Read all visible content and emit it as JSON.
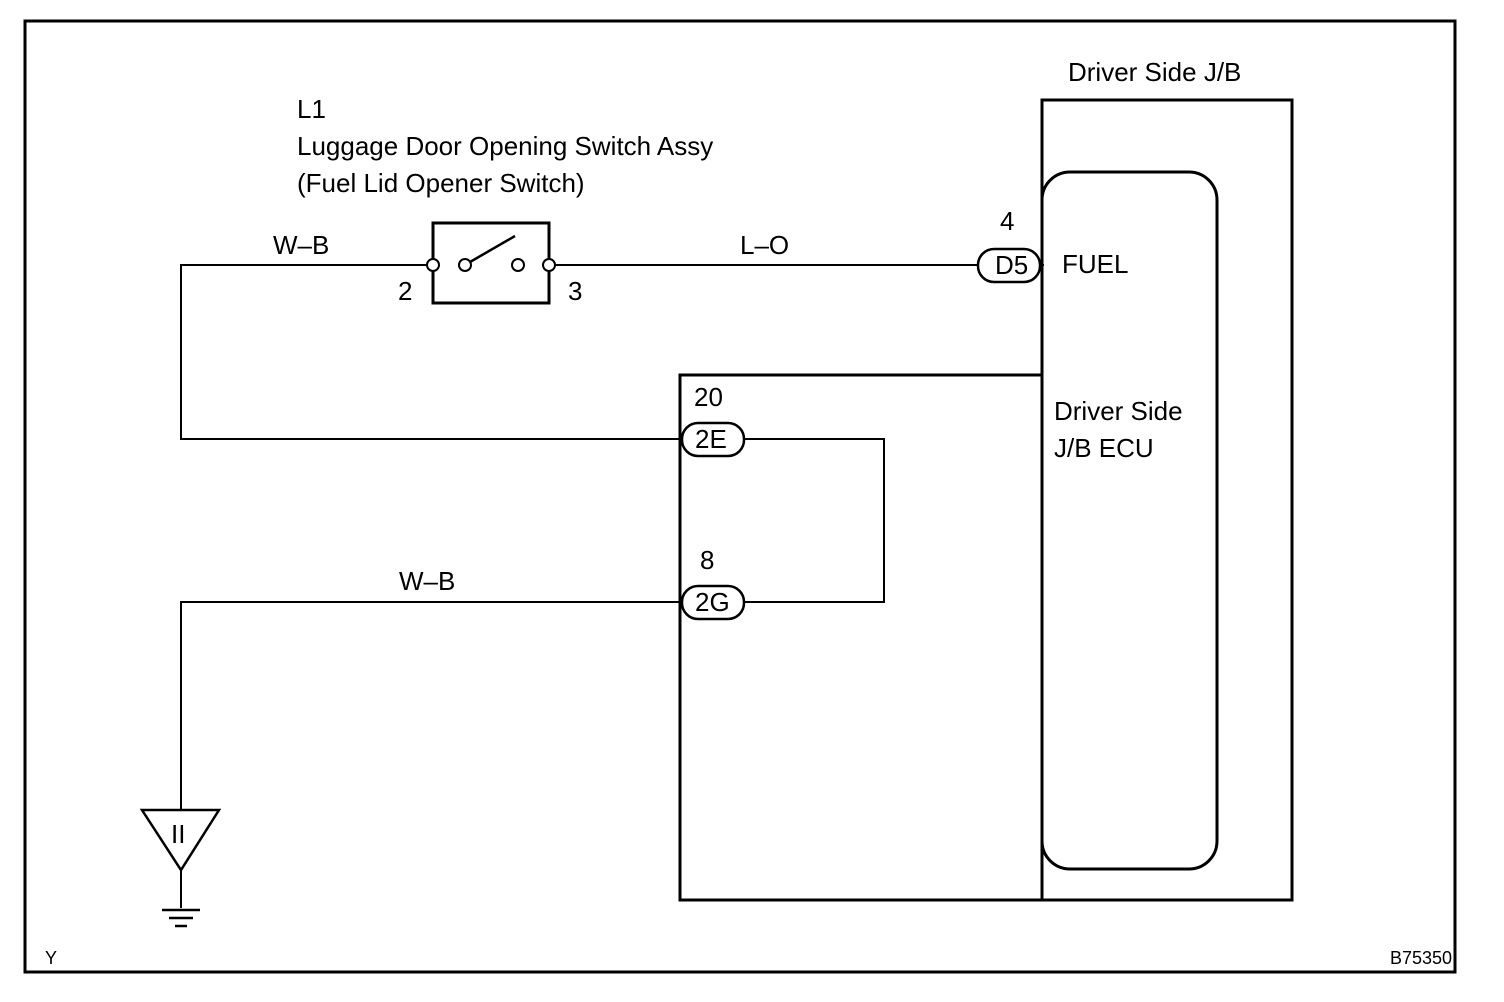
{
  "switch": {
    "ref": "L1",
    "name": "Luggage Door Opening Switch Assy",
    "subname": "(Fuel Lid Opener Switch)",
    "pin_left": "2",
    "pin_right": "3"
  },
  "wires": {
    "top_left": "W–B",
    "top_right": "L–O",
    "bottom": "W–B"
  },
  "junction_block": {
    "title": "Driver Side J/B",
    "ecu_line1": "Driver Side",
    "ecu_line2": "J/B ECU",
    "fuel_signal": "FUEL"
  },
  "connectors": [
    {
      "id": "D5",
      "pin": "4"
    },
    {
      "id": "2E",
      "pin": "20"
    },
    {
      "id": "2G",
      "pin": "8"
    }
  ],
  "ground": {
    "label": "II"
  },
  "corner_left": "Y",
  "figure_code": "B75350"
}
